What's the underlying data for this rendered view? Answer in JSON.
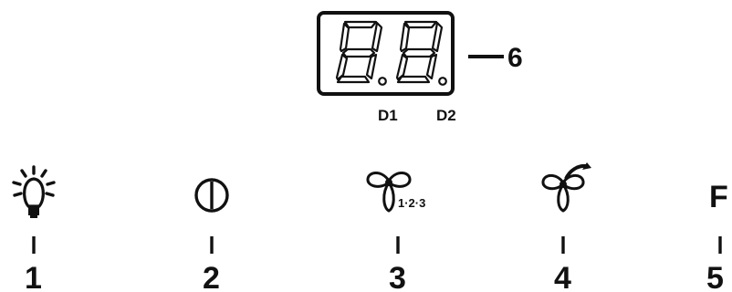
{
  "display": {
    "digit_labels": [
      "D1",
      "D2"
    ],
    "callout_number": "6"
  },
  "buttons": [
    {
      "icon": "light-bulb-icon",
      "number": "1"
    },
    {
      "icon": "power-icon",
      "number": "2"
    },
    {
      "icon": "fan-speed-icon",
      "number": "3",
      "sub_label": "1·2·3"
    },
    {
      "icon": "fan-timer-icon",
      "number": "4"
    },
    {
      "icon": "filter-f-icon",
      "number": "5",
      "icon_text": "F"
    }
  ],
  "colors": {
    "ink": "#111111",
    "background": "#ffffff"
  }
}
